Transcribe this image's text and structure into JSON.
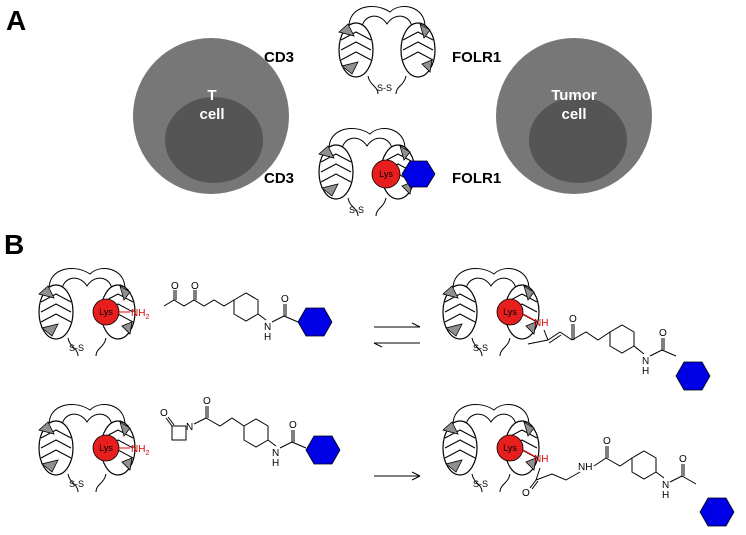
{
  "panels": {
    "a": "A",
    "b": "B"
  },
  "cells": {
    "t_cell": {
      "line1": "T",
      "line2": "cell"
    },
    "tumor_cell": {
      "line1": "Tumor",
      "line2": "cell"
    }
  },
  "receptors": {
    "cd3": "CD3",
    "folr1": "FOLR1"
  },
  "protein": {
    "lys_label": "Lys",
    "disulfide": "S-S"
  },
  "chemistry": {
    "amine": "NH",
    "amine_subscript": "2",
    "imine_nh": "NH",
    "amide_nh": "NH",
    "n": "N",
    "o": "O",
    "h": "H"
  },
  "colors": {
    "cell_outer": "#777777",
    "cell_inner": "#555555",
    "lys_red": "#e61e1e",
    "hexagon_blue": "#0000e6",
    "protein_grey": "#909090"
  }
}
